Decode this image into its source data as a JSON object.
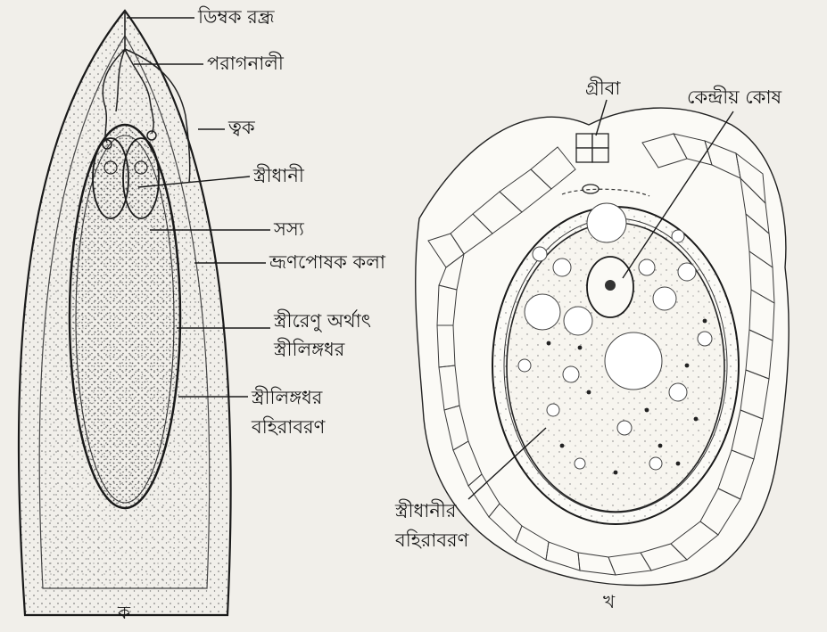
{
  "panel_a": {
    "caption": "ক",
    "labels": {
      "micropyle": "ডিম্বক রন্ধ্র",
      "pollen_tube": "পরাগনালী",
      "integument": "ত্বক",
      "archegonium": "স্ত্রীধানী",
      "endosperm": "সস্য",
      "nucellus": "ভ্রূণপোষক কলা",
      "megaspore_line1": "স্ত্রীরেণু অর্থাৎ",
      "megaspore_line2": "স্ত্রীলিঙ্গধর",
      "gametophyte_wall_line1": "স্ত্রীলিঙ্গধর",
      "gametophyte_wall_line2": "বহিরাবরণ"
    }
  },
  "panel_b": {
    "caption": "খ",
    "labels": {
      "neck": "গ্রীবা",
      "central_cell": "কেন্দ্রীয় কোষ",
      "jacket_line1": "স্ত্রীধানীর",
      "jacket_line2": "বহিরাবরণ"
    }
  }
}
